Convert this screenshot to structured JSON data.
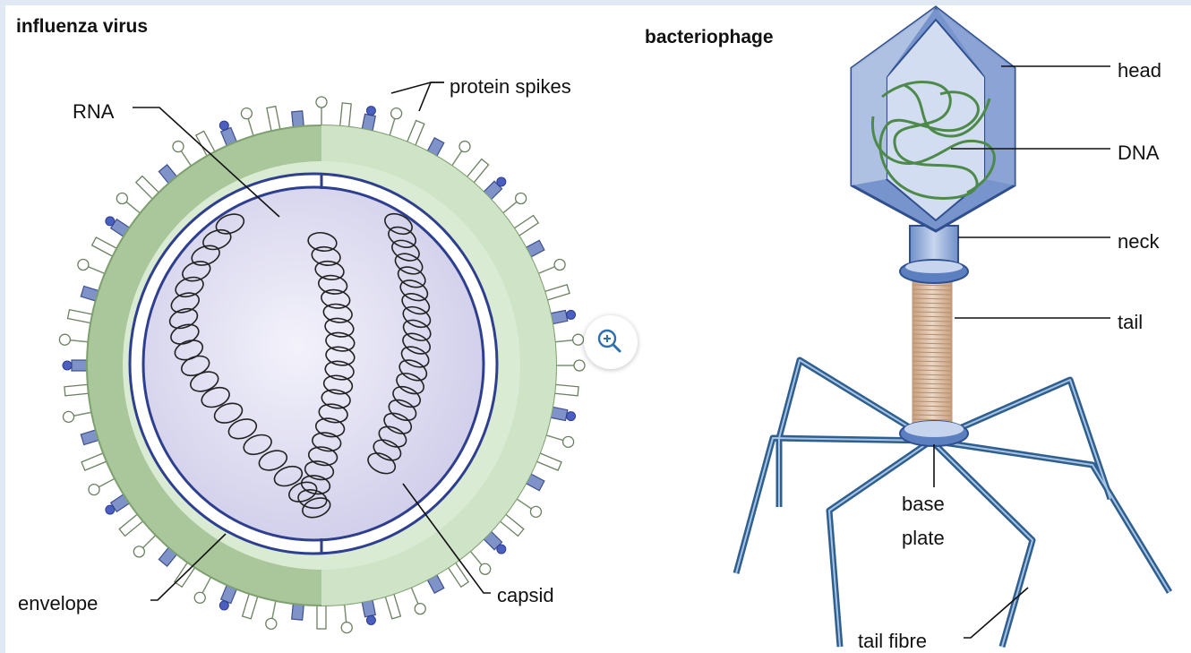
{
  "left_diagram": {
    "title": "influenza virus",
    "labels": {
      "rna": "RNA",
      "protein_spikes": "protein spikes",
      "envelope": "envelope",
      "capsid": "capsid"
    }
  },
  "right_diagram": {
    "title": "bacteriophage",
    "labels": {
      "head": "head",
      "dna": "DNA",
      "neck": "neck",
      "tail": "tail",
      "base_plate_line1": "base",
      "base_plate_line2": "plate",
      "tail_fibre": "tail fibre"
    }
  },
  "controls": {
    "zoom_icon": "zoom-in-icon"
  },
  "colors": {
    "envelope_green": "#a9c79a",
    "envelope_light": "#d7ead0",
    "capsid_blue": "#2f3f8f",
    "interior_lavender": "#e9e8f6",
    "phage_blue": "#3c6fa8",
    "phage_light": "#b9c9e6",
    "tail_tan": "#d9b89a"
  }
}
